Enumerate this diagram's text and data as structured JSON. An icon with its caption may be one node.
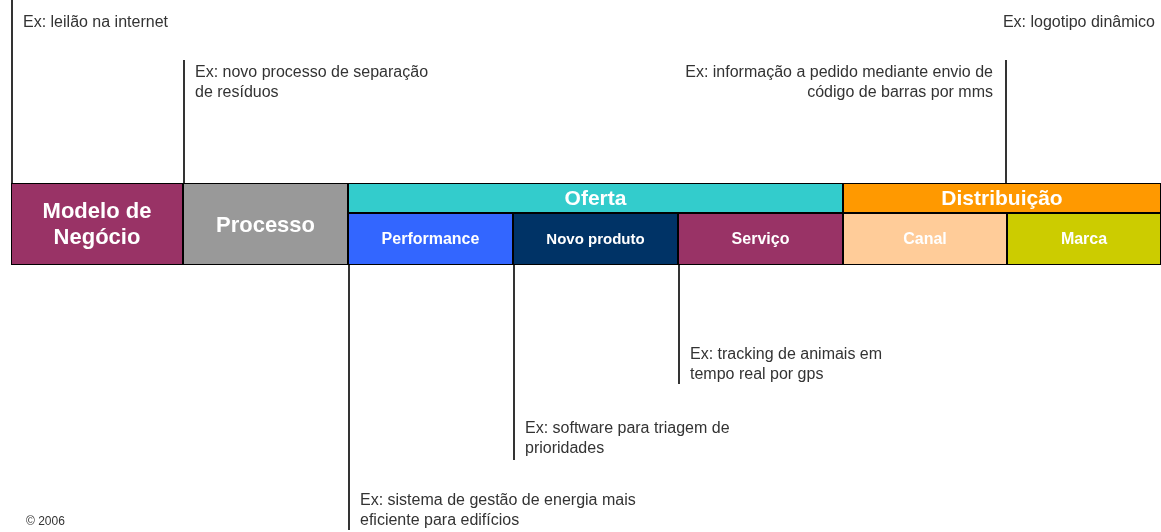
{
  "diagram": {
    "nodes": [
      {
        "text": [
          "Modelo de Negócio"
        ]
      },
      {
        "text": [
          "Processo"
        ]
      },
      {
        "text": [
          "Oferta"
        ]
      },
      {
        "text": [
          "Performance"
        ]
      },
      {
        "text": [
          "Novo produto"
        ]
      },
      {
        "text": [
          "Serviço"
        ]
      },
      {
        "text": [
          "Distribuição"
        ]
      },
      {
        "text": [
          "Canal"
        ]
      },
      {
        "text": [
          "Marca"
        ]
      },
      {
        "text": [
          "Ex: leilão na internet"
        ]
      },
      {
        "text": [
          "Ex: novo processo de separação de resíduos"
        ]
      },
      {
        "text": [
          "Ex: informação a pedido mediante envio de código de barras por mms"
        ]
      },
      {
        "text": [
          "Ex: tracking de animais em tempo real por gps"
        ]
      },
      {
        "text": [
          "Ex: software para triagem de prioridades"
        ]
      },
      {
        "text": [
          "Ex: sistema de gestão de energia mais eficiente para edifícios"
        ]
      }
    ],
    "edges": [
      {
        "from": 9,
        "to": 0,
        "arrow": "none"
      },
      {
        "from": 10,
        "to": 1,
        "arrow": "none"
      },
      {
        "from": 11,
        "to": 7,
        "arrow": "none"
      },
      {
        "from": 12,
        "to": 5,
        "arrow": "none"
      },
      {
        "from": 13,
        "to": 4,
        "arrow": "none"
      },
      {
        "from": 14,
        "to": 3,
        "arrow": "none"
      }
    ],
    "labels": [
      "Ex: logotipo dinâmico",
      "© 2006"
    ]
  }
}
